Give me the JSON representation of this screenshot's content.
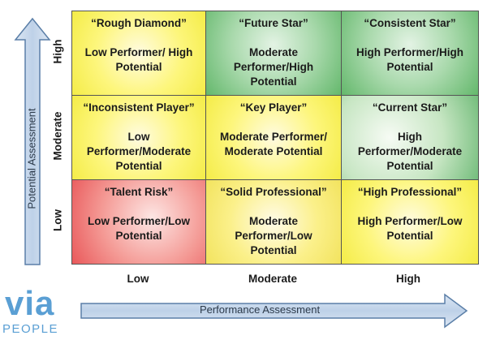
{
  "vertical_axis": {
    "title": "Potential Assessment",
    "levels": [
      "High",
      "Moderate",
      "Low"
    ]
  },
  "horizontal_axis": {
    "title": "Performance Assessment",
    "levels": [
      "Low",
      "Moderate",
      "High"
    ]
  },
  "cells": [
    [
      {
        "title": "“Rough Diamond”",
        "desc": "Low Performer/ High Potential",
        "color": "#f8f05a"
      },
      {
        "title": "“Future Star”",
        "desc": "Moderate Performer/High Potential",
        "color": "#8ecb91"
      },
      {
        "title": "“Consistent Star”",
        "desc": "High Performer/High Potential",
        "color": "#7cc183"
      }
    ],
    [
      {
        "title": "“Inconsistent Player”",
        "desc": "Low Performer/Moderate Potential",
        "color": "#f8f05a"
      },
      {
        "title": "“Key Player”",
        "desc": "Moderate Performer/ Moderate Potential",
        "color": "#f8f05a"
      },
      {
        "title": "“Current Star”",
        "desc": "High Performer/Moderate Potential",
        "color": "#a9d9a7"
      }
    ],
    [
      {
        "title": "“Talent Risk”",
        "desc": "Low Performer/Low Potential",
        "color": "#ef7b78"
      },
      {
        "title": "“Solid Professional”",
        "desc": "Moderate Performer/Low Potential",
        "color": "#f8f05a"
      },
      {
        "title": "“High Professional”",
        "desc": "High Performer/Low Potential",
        "color": "#f8f05a"
      }
    ]
  ],
  "logo": {
    "mark": "via",
    "sub": "PEOPLE",
    "color": "#5a9fd4"
  },
  "colors": {
    "arrow_fill": "#c9d9ec",
    "arrow_stroke": "#5b7fa8"
  }
}
